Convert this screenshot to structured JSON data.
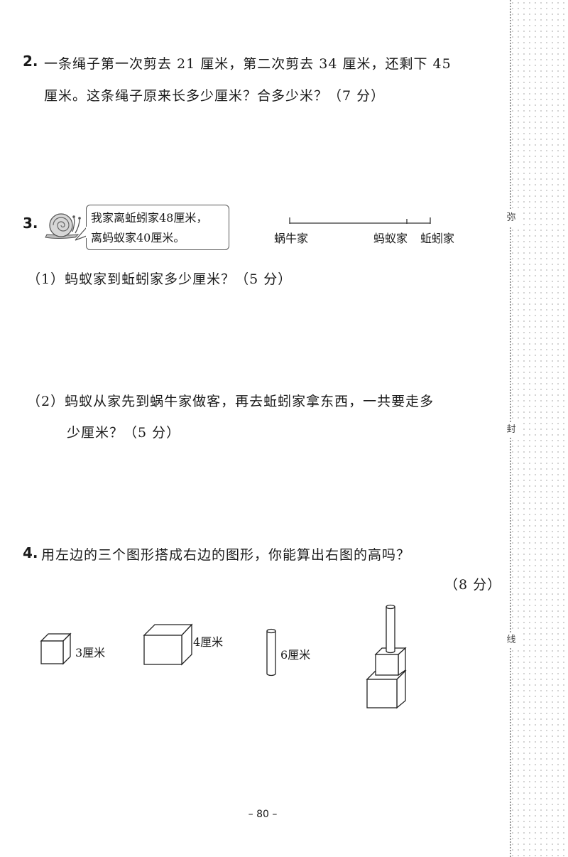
{
  "q2": {
    "num": "2.",
    "line1": "一条绳子第一次剪去 21 厘米，第二次剪去 34 厘米，还剩下 45",
    "line2": "厘米。这条绳子原来长多少厘米？合多少米？（7 分）"
  },
  "q3": {
    "num": "3.",
    "bubble_line1": "我家离蚯蚓家48厘米，",
    "bubble_line2": "离蚂蚁家40厘米。",
    "diagram_labels": [
      "蜗牛家",
      "蚂蚁家",
      "蚯蚓家"
    ],
    "sub1": "（1）蚂蚁家到蚯蚓家多少厘米？（5 分）",
    "sub2_line1": "（2）蚂蚁从家先到蜗牛家做客，再去蚯蚓家拿东西，一共要走多",
    "sub2_line2": "少厘米？（5 分）"
  },
  "q4": {
    "num": "4.",
    "line1": "用左边的三个图形搭成右边的图形，你能算出右图的高吗？",
    "points": "（8 分）",
    "labels": [
      "3厘米",
      "4厘米",
      "6厘米"
    ]
  },
  "margin": {
    "seal1": "弥",
    "seal2": "封",
    "seal3": "线"
  },
  "footer": {
    "page_number": "– 80 –"
  }
}
